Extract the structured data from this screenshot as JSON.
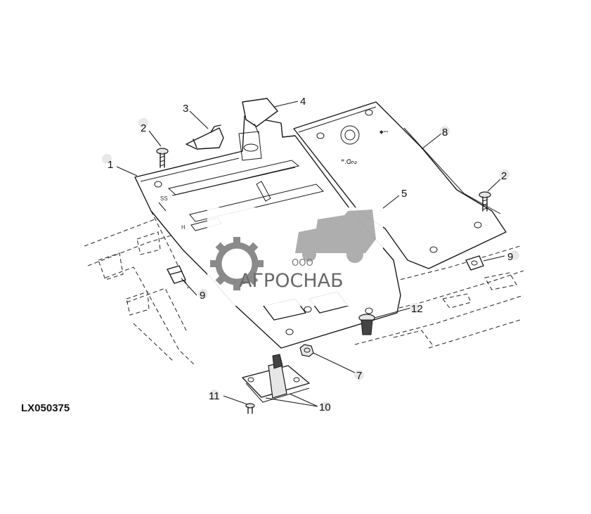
{
  "diagram": {
    "figure_code": "LX050375",
    "callouts": [
      {
        "label": "1"
      },
      {
        "label": "2"
      },
      {
        "label": "3"
      },
      {
        "label": "4"
      },
      {
        "label": "8"
      },
      {
        "label": "2"
      },
      {
        "label": "5"
      },
      {
        "label": "9"
      },
      {
        "label": "9"
      },
      {
        "label": "12"
      },
      {
        "label": "7"
      },
      {
        "label": "11"
      },
      {
        "label": "10"
      }
    ],
    "watermark": {
      "company_prefix": "ООО",
      "company_name": "АГРОСНАБ",
      "colors": {
        "gear": "#8a8a8a",
        "text": "#6a6a6a"
      }
    }
  }
}
